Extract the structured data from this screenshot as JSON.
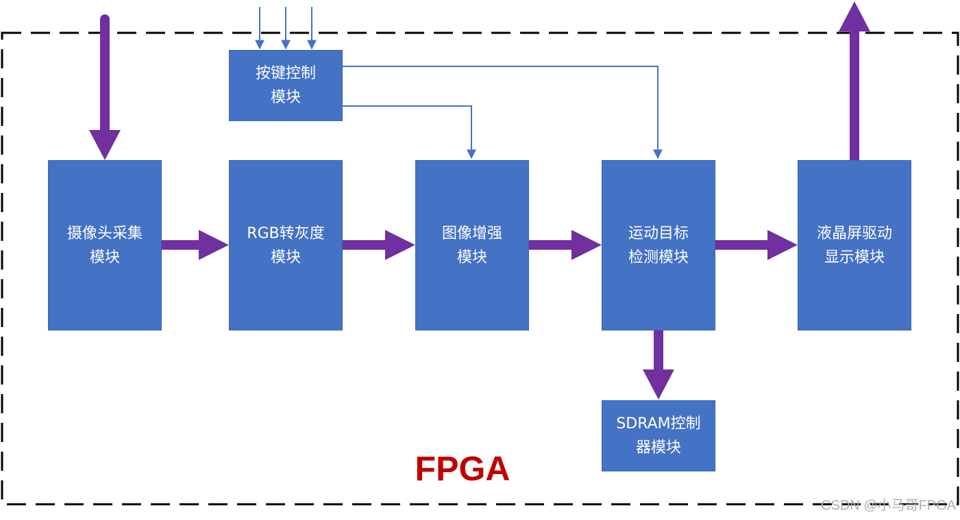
{
  "diagram": {
    "boundary_label": "FPGA",
    "blocks": {
      "key_control": {
        "line1": "按键控制",
        "line2": "模块"
      },
      "camera": {
        "line1": "摄像头采集",
        "line2": "模块"
      },
      "rgb2gray": {
        "line1": "RGB转灰度",
        "line2": "模块"
      },
      "enhance": {
        "line1": "图像增强",
        "line2": "模块"
      },
      "motion": {
        "line1": "运动目标",
        "line2": "检测模块"
      },
      "lcd": {
        "line1": "液晶屏驱动",
        "line2": "显示模块"
      },
      "sdram": {
        "line1": "SDRAM控制",
        "line2": "器模块"
      }
    }
  },
  "watermark": "CSDN @小马哥FPGA",
  "colors": {
    "block_fill": "#4472c4",
    "thick_arrow": "#7030a0",
    "thin_arrow": "#4472c4",
    "boundary": "#000000",
    "label": "#c00000"
  }
}
